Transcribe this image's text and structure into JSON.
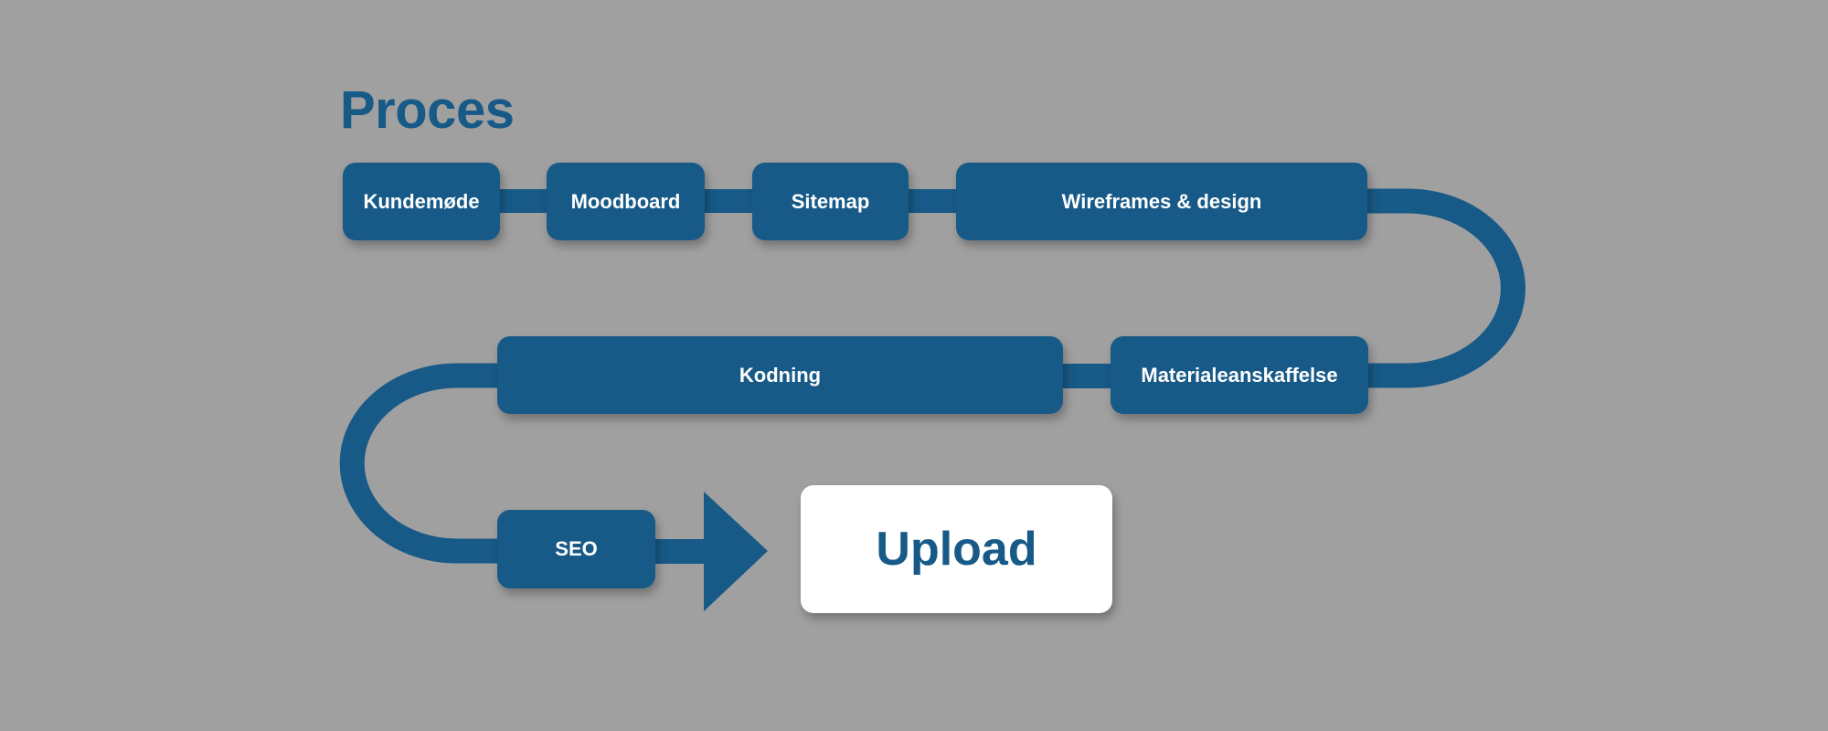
{
  "title": "Proces",
  "colors": {
    "background": "#a0a0a0",
    "accent": "#175a87",
    "final_box": "#ffffff"
  },
  "steps": [
    {
      "label": "Kundemøde"
    },
    {
      "label": "Moodboard"
    },
    {
      "label": "Sitemap"
    },
    {
      "label": "Wireframes & design"
    },
    {
      "label": "Materialeanskaffelse"
    },
    {
      "label": "Kodning"
    },
    {
      "label": "SEO"
    }
  ],
  "final_step": {
    "label": "Upload"
  }
}
